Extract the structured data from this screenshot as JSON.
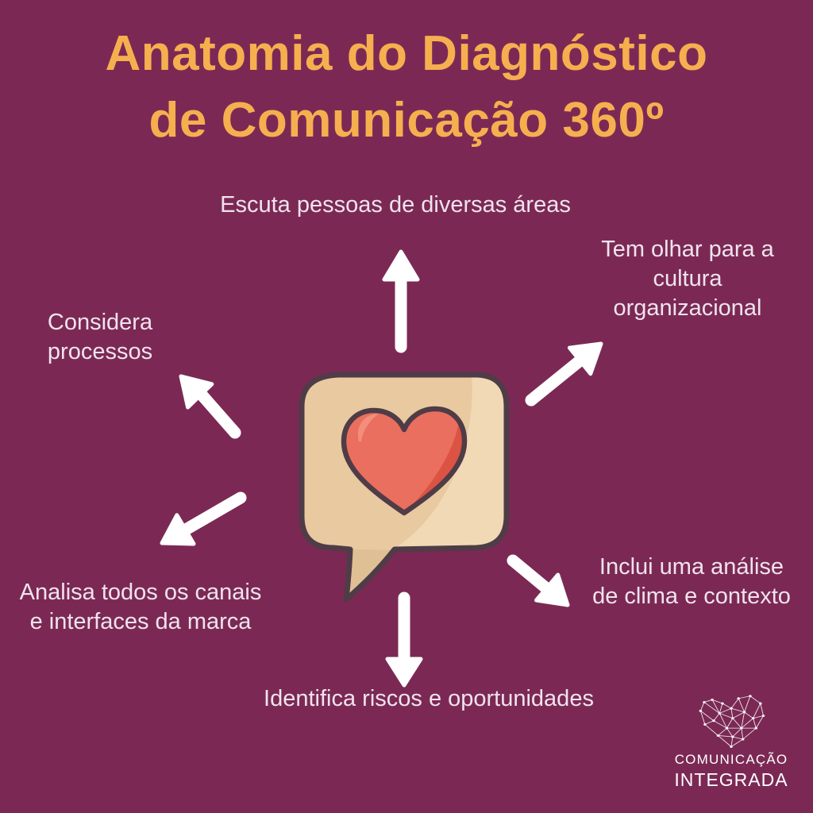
{
  "title": {
    "text": "Anatomia do Diagnóstico\nde Comunicação 360º"
  },
  "labels": {
    "top": "Escuta pessoas de diversas áreas",
    "top_right": "Tem olhar para a\ncultura\norganizacional",
    "left": "Considera\nprocessos",
    "bottom_left": "Analisa todos os canais\ne interfaces da marca",
    "bottom_right": "Inclui uma análise\nde clima e contexto",
    "bottom": "Identifica riscos e oportunidades"
  },
  "center_illustration": {
    "name": "speech-bubble-with-heart",
    "bubble_color": "#E8C9A0",
    "bubble_highlight_color": "#F2DCB8",
    "heart_color": "#EA6F5E",
    "heart_shadow_color": "#DC5344",
    "outline_color": "#4F3C47"
  },
  "arrows": {
    "color": "#FFFFFF",
    "directions": [
      "up",
      "up-right",
      "up-left",
      "down-left",
      "down-right",
      "down"
    ]
  },
  "logo": {
    "line1": "COMUNICAÇÃO",
    "line2": "INTEGRADA",
    "icon": "network-heart"
  },
  "colors": {
    "background": "#7B2954",
    "title_text": "#F6AF4F",
    "body_text": "#F0E3ED",
    "arrow": "#FFFFFF",
    "logo_text": "#FFFFFF"
  }
}
